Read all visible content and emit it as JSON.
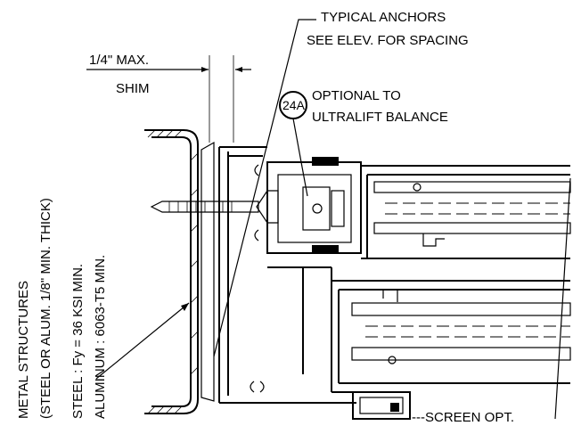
{
  "notes": {
    "anchors_line1": "TYPICAL ANCHORS",
    "anchors_line2": "SEE ELEV. FOR SPACING",
    "max_gap": "1/4\" MAX.",
    "shim": "SHIM",
    "detail_tag": "24A",
    "balance_line1": "OPTIONAL TO",
    "balance_line2": "ULTRALIFT BALANCE",
    "screen": "---SCREEN OPT."
  },
  "vertical_notes": {
    "structures_line1": "METAL STRUCTURES",
    "structures_line2": "(STEEL OR ALUM. 1/8\" MIN. THICK)",
    "steel": "STEEL : Fy = 36 KSI MIN.",
    "aluminum": "ALUMINUM : 6063-T5 MIN."
  }
}
